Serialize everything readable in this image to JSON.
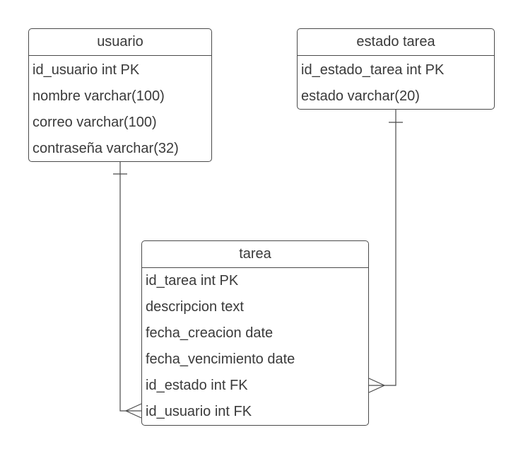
{
  "entities": {
    "usuario": {
      "title": "usuario",
      "attributes": [
        "id_usuario int PK",
        "nombre varchar(100)",
        "correo varchar(100)",
        "contraseña varchar(32)"
      ]
    },
    "estado_tarea": {
      "title": "estado tarea",
      "attributes": [
        "id_estado_tarea int PK",
        "estado varchar(20)"
      ]
    },
    "tarea": {
      "title": "tarea",
      "attributes": [
        "id_tarea int PK",
        "descripcion text",
        "fecha_creacion date",
        "fecha_vencimiento date",
        "id_estado int FK",
        "id_usuario int FK"
      ]
    }
  },
  "relationships": [
    {
      "from": "usuario",
      "to": "tarea",
      "from_cardinality": "one",
      "to_cardinality": "many",
      "to_attribute": "id_usuario int FK"
    },
    {
      "from": "estado_tarea",
      "to": "tarea",
      "from_cardinality": "one",
      "to_cardinality": "many",
      "to_attribute": "id_estado int FK"
    }
  ],
  "colors": {
    "line": "#4a4a4a",
    "text": "#3a3a3a",
    "background": "#ffffff"
  }
}
